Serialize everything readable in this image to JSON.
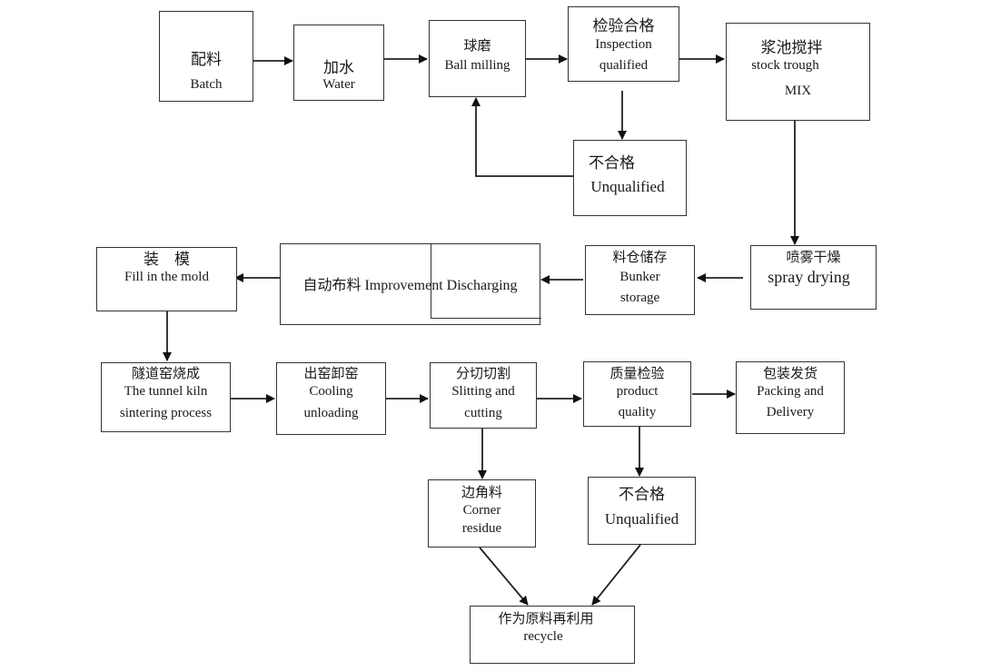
{
  "title": "Production process flowchart",
  "nodes": {
    "batch": {
      "zh": "配料",
      "en": "Batch"
    },
    "water": {
      "zh": "加水",
      "en": "Water"
    },
    "ball_milling": {
      "zh": "球磨",
      "en": "Ball milling"
    },
    "inspection": {
      "zh": "检验合格",
      "en1": "Inspection",
      "en2": "qualified"
    },
    "unqualified_1": {
      "zh": "不合格",
      "en": "Unqualified"
    },
    "stock_trough": {
      "zh": "浆池搅拌",
      "en1": "stock trough",
      "en2": "MIX"
    },
    "spray_drying": {
      "zh": "喷雾干燥",
      "en": "spray drying"
    },
    "bunker_storage": {
      "zh": "料仓储存",
      "en1": "Bunker",
      "en2": "storage"
    },
    "discharging": {
      "text": "自动布料 Improvement Discharging"
    },
    "fill_mold": {
      "zh": "装　模",
      "en": "Fill in the mold"
    },
    "tunnel_kiln": {
      "zh": "隧道窑烧成",
      "en1": "The tunnel kiln",
      "en2": "sintering process"
    },
    "cooling": {
      "zh": "出窑卸窑",
      "en1": "Cooling",
      "en2": "unloading"
    },
    "slitting": {
      "zh": "分切切割",
      "en1": "Slitting and",
      "en2": "cutting"
    },
    "product_quality": {
      "zh": "质量检验",
      "en1": "product",
      "en2": "quality"
    },
    "packing": {
      "zh": "包装发货",
      "en1": "Packing and",
      "en2": "Delivery"
    },
    "corner_residue": {
      "zh": "边角料",
      "en1": "Corner",
      "en2": "residue"
    },
    "unqualified_2": {
      "zh": "不合格",
      "en": "Unqualified"
    },
    "recycle": {
      "zh": "作为原料再利用",
      "en": "recycle"
    }
  },
  "edges": [
    [
      "batch",
      "water"
    ],
    [
      "water",
      "ball_milling"
    ],
    [
      "ball_milling",
      "inspection"
    ],
    [
      "inspection",
      "stock_trough"
    ],
    [
      "inspection",
      "unqualified_1"
    ],
    [
      "unqualified_1",
      "ball_milling"
    ],
    [
      "stock_trough",
      "spray_drying"
    ],
    [
      "spray_drying",
      "bunker_storage"
    ],
    [
      "bunker_storage",
      "discharging"
    ],
    [
      "discharging",
      "fill_mold"
    ],
    [
      "fill_mold",
      "tunnel_kiln"
    ],
    [
      "tunnel_kiln",
      "cooling"
    ],
    [
      "cooling",
      "slitting"
    ],
    [
      "slitting",
      "product_quality"
    ],
    [
      "product_quality",
      "packing"
    ],
    [
      "slitting",
      "corner_residue"
    ],
    [
      "product_quality",
      "unqualified_2"
    ],
    [
      "corner_residue",
      "recycle"
    ],
    [
      "unqualified_2",
      "recycle"
    ]
  ]
}
